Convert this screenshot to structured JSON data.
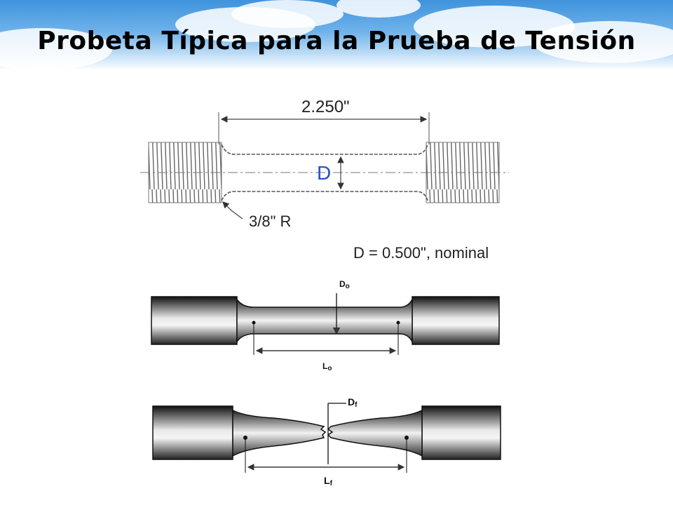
{
  "slide": {
    "title": "Probeta Típica para la Prueba de Tensión"
  },
  "diagram_top": {
    "length_label": "2.250\"",
    "diameter_label": "D",
    "radius_label": "3/8\" R",
    "nominal_note": "D = 0.500\", nominal"
  },
  "diagram_middle": {
    "diameter_label": "D",
    "diameter_sub": "o",
    "length_label": "L",
    "length_sub": "o"
  },
  "diagram_bottom": {
    "diameter_label": "D",
    "diameter_sub": "f",
    "length_label": "L",
    "length_sub": "f"
  },
  "colors": {
    "diameter_accent": "#2b4fc4",
    "sky_top": "#3f93dc"
  }
}
